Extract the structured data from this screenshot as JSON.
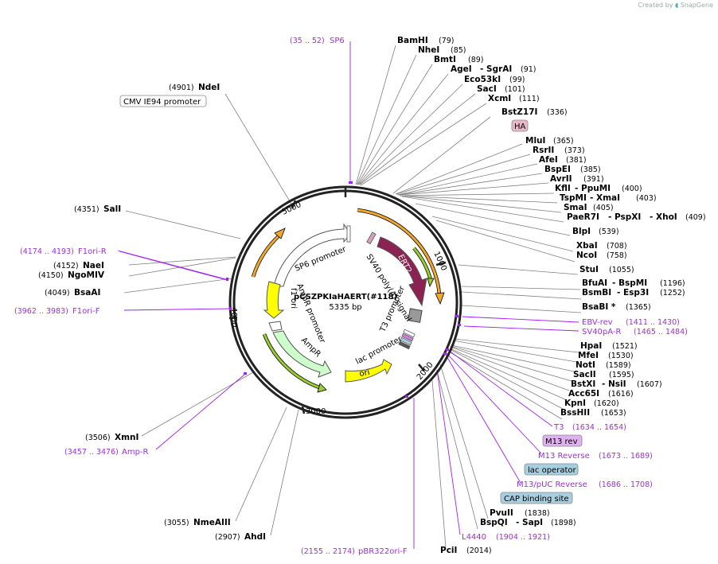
{
  "watermark": {
    "prefix": "Created by",
    "brand": "SnapGene"
  },
  "plasmid": {
    "name": "pCSZPKIaHAERT(#118)",
    "size": "5335 bp"
  },
  "ticks": [
    "1000",
    "2000",
    "3000",
    "4000",
    "5000"
  ],
  "features_inner": [
    "SP6 promoter",
    "SV40 poly(A) signal",
    "ERT2",
    "AmpR promoter",
    "AmpR",
    "f1 ori",
    "T3 promoter",
    "lac promoter",
    "ori"
  ],
  "boxed": {
    "cmv": "CMV IE94 promoter",
    "ha": "HA",
    "m13rev": "M13 rev",
    "lacop": "lac operator",
    "cap": "CAP binding site"
  },
  "enzymes_right": [
    {
      "name": "BamHI",
      "pos": "(79)"
    },
    {
      "name": "NheI",
      "pos": "(85)"
    },
    {
      "name": "BmtI",
      "pos": "(89)"
    },
    {
      "name": "AgeI",
      "name2": "- SgrAI",
      "pos": "(91)"
    },
    {
      "name": "Eco53kI",
      "pos": "(99)"
    },
    {
      "name": "SacI",
      "pos": "(101)"
    },
    {
      "name": "XcmI",
      "pos": "(111)"
    },
    {
      "name": "BstZ17I",
      "pos": "(336)"
    },
    {
      "name": "MluI",
      "pos": "(365)"
    },
    {
      "name": "RsrII",
      "pos": "(373)"
    },
    {
      "name": "AfeI",
      "pos": "(381)"
    },
    {
      "name": "BspEI",
      "pos": "(385)"
    },
    {
      "name": "AvrII",
      "pos": "(391)"
    },
    {
      "name": "KflI",
      "name2": "- PpuMI",
      "pos": "(400)"
    },
    {
      "name": "TspMI",
      "name2": "- XmaI",
      "pos": "(403)"
    },
    {
      "name": "SmaI",
      "pos": "(405)"
    },
    {
      "name": "PaeR7I",
      "name2": "- PspXI",
      "name3": "- XhoI",
      "pos": "(409)"
    },
    {
      "name": "BlpI",
      "pos": "(539)"
    },
    {
      "name": "XbaI",
      "pos": "(708)"
    },
    {
      "name": "NcoI",
      "pos": "(758)"
    },
    {
      "name": "StuI",
      "pos": "(1055)"
    },
    {
      "name": "BfuAI",
      "name2": "- BspMI",
      "pos": "(1196)"
    },
    {
      "name": "BsmBI",
      "name2": "- Esp3I",
      "pos": "(1252)"
    },
    {
      "name": "BsaBI *",
      "pos": "(1365)"
    },
    {
      "name": "HpaI",
      "pos": "(1521)"
    },
    {
      "name": "MfeI",
      "pos": "(1530)"
    },
    {
      "name": "NotI",
      "pos": "(1589)"
    },
    {
      "name": "SacII",
      "pos": "(1595)"
    },
    {
      "name": "BstXI",
      "name2": "- NsiI",
      "pos": "(1607)"
    },
    {
      "name": "Acc65I",
      "pos": "(1616)"
    },
    {
      "name": "KpnI",
      "pos": "(1620)"
    },
    {
      "name": "BssHII",
      "pos": "(1653)"
    },
    {
      "name": "PvuII",
      "pos": "(1838)"
    },
    {
      "name": "BspQI",
      "name2": "- SapI",
      "pos": "(1898)"
    },
    {
      "name": "PciI",
      "pos": "(2014)"
    }
  ],
  "enzymes_left": [
    {
      "name": "NdeI",
      "pos": "(4901)"
    },
    {
      "name": "SalI",
      "pos": "(4351)"
    },
    {
      "name": "NaeI",
      "pos": "(4152)"
    },
    {
      "name": "NgoMIV",
      "pos": "(4150)"
    },
    {
      "name": "BsaAI",
      "pos": "(4049)"
    },
    {
      "name": "XmnI",
      "pos": "(3506)"
    },
    {
      "name": "NmeAIII",
      "pos": "(3055)"
    },
    {
      "name": "AhdI",
      "pos": "(2907)"
    }
  ],
  "primers": [
    {
      "name": "SP6",
      "pos": "(35 .. 52)"
    },
    {
      "name": "EBV-rev",
      "pos": "(1411 .. 1430)"
    },
    {
      "name": "SV40pA-R",
      "pos": "(1465 .. 1484)"
    },
    {
      "name": "T3",
      "pos": "(1634 .. 1654)"
    },
    {
      "name": "M13 Reverse",
      "pos": "(1673 .. 1689)"
    },
    {
      "name": "M13/pUC Reverse",
      "pos": "(1686 .. 1708)"
    },
    {
      "name": "L4440",
      "pos": "(1904 .. 1921)"
    },
    {
      "name": "pBR322ori-F",
      "pos": "(2155 .. 2174)"
    },
    {
      "name": "Amp-R",
      "pos": "(3457 .. 3476)"
    },
    {
      "name": "F1ori-F",
      "pos": "(3962 .. 3983)"
    },
    {
      "name": "F1ori-R",
      "pos": "(4174 .. 4193)"
    }
  ],
  "colors": {
    "primer": "#9b30d9",
    "ert2": "#8b2252",
    "orange": "#f0a830",
    "amp": "#ccffcc",
    "yellow": "#ffff00",
    "ha_box": "#e8b8c8",
    "blue_box": "#a8cfe0",
    "m13_box": "#e0b0f0"
  }
}
